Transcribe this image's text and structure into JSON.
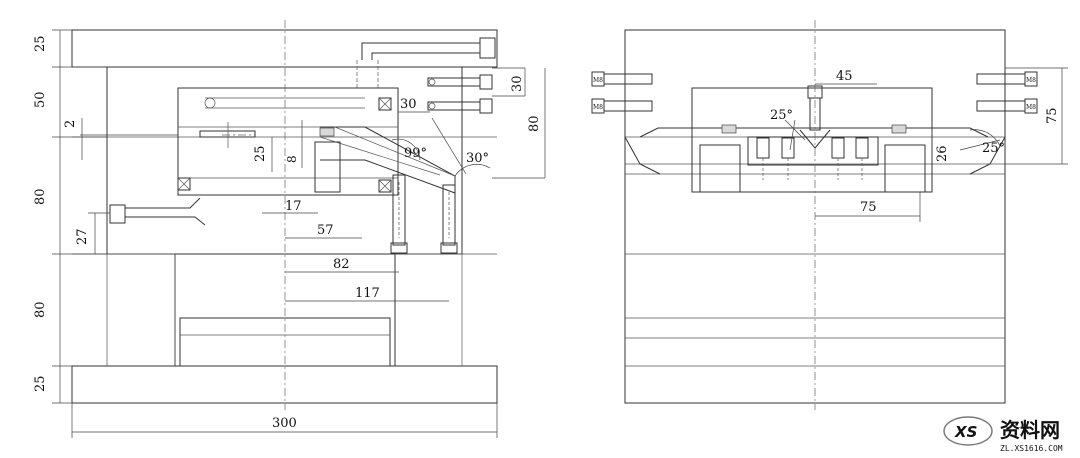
{
  "dimensions": {
    "left_25_top": "25",
    "left_50": "50",
    "left_2": "2",
    "left_80_upper": "80",
    "left_27": "27",
    "left_80_lower": "80",
    "left_25_bottom": "25",
    "inner_25": "25",
    "inner_8": "8",
    "d17": "17",
    "d57": "57",
    "d82": "82",
    "d117": "117",
    "d300": "300",
    "d30_top": "30",
    "d30_side": "30",
    "d80_right": "80",
    "angle_99": "99°",
    "angle_30": "30°",
    "side_45": "45",
    "side_25deg_left": "25°",
    "side_75_right": "75",
    "side_26": "26",
    "side_25deg_right": "25°",
    "side_75_bottom": "75"
  },
  "screw_label": "M8",
  "watermark": {
    "brand": "资料网",
    "url": "ZL.XS1616.COM",
    "logo": "XS"
  }
}
